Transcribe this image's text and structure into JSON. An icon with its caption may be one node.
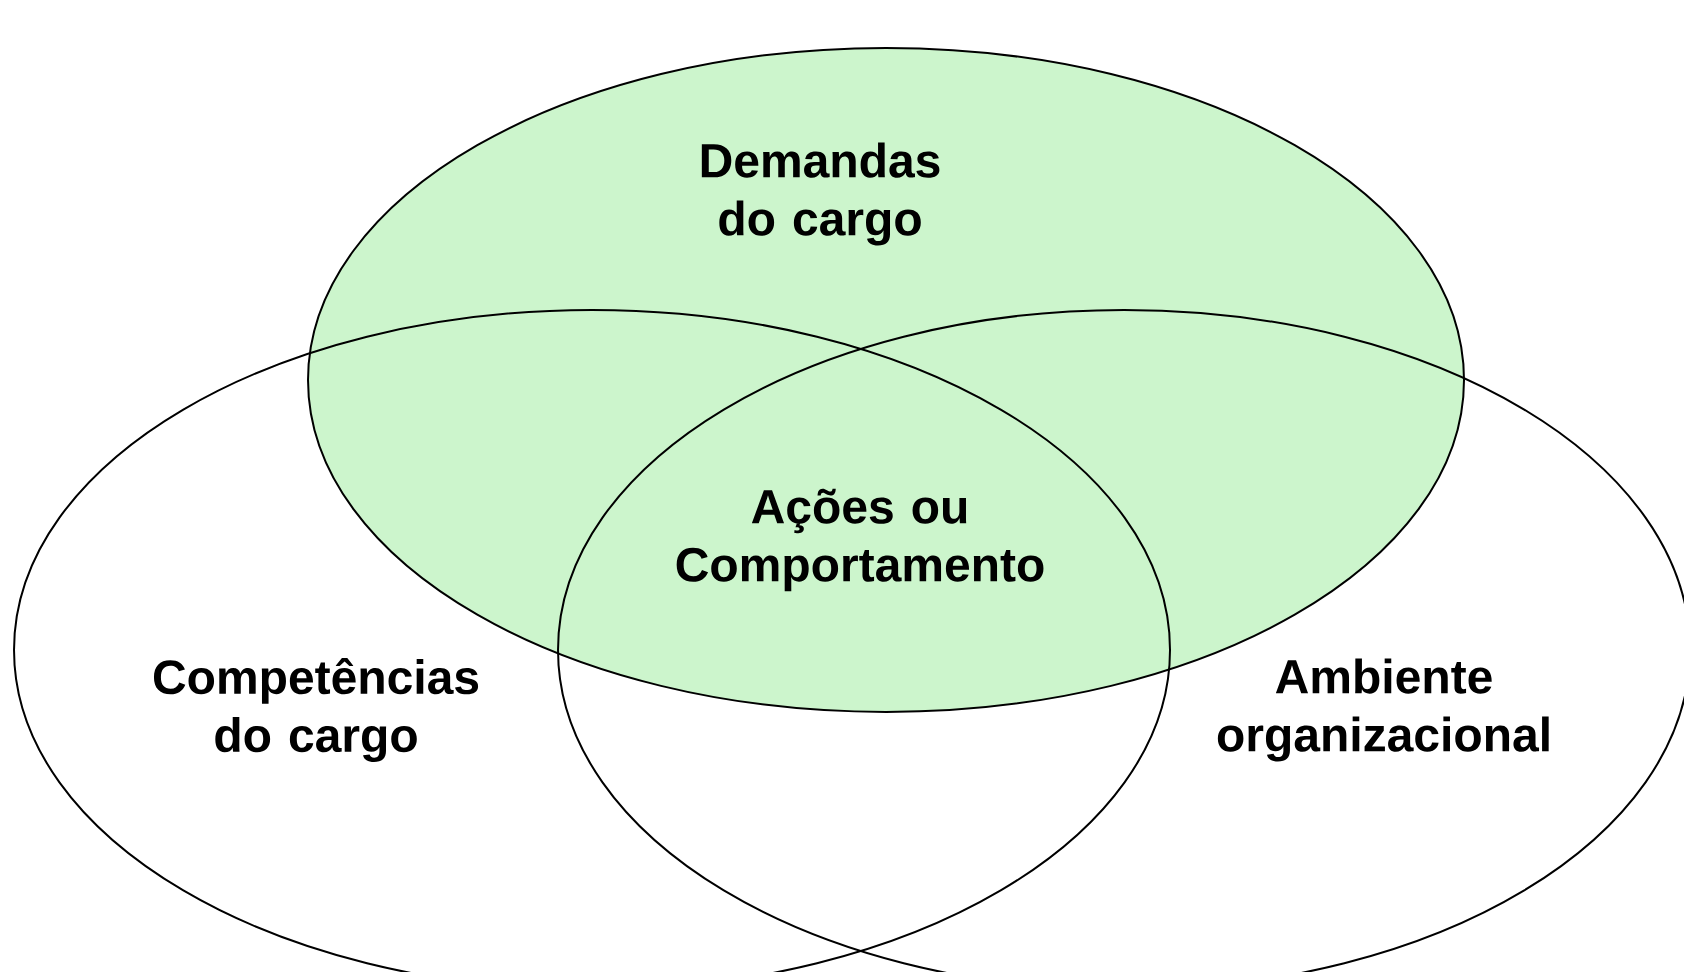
{
  "diagram": {
    "nodes": [
      {
        "text": [
          "Demandas do cargo"
        ]
      },
      {
        "text": [
          "Competências do cargo"
        ]
      },
      {
        "text": [
          "Ambiente organizacional"
        ]
      }
    ],
    "labels": [
      "Ações ou Comportamento"
    ]
  }
}
